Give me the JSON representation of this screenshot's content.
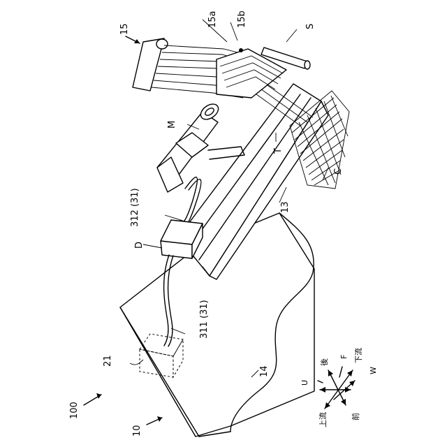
{
  "labels": {
    "machine": "100",
    "base": "10",
    "frame": "14",
    "rail": "13",
    "controller": "21",
    "cable_lower": "311 (31)",
    "cable_upper": "312 (31)",
    "driver": "D",
    "motor": "M",
    "feeder": "15",
    "feeder_a": "15a",
    "feeder_b": "15b",
    "shaft": "S",
    "thread": "T",
    "cloth": "C"
  },
  "compass": {
    "up": "U",
    "back": "後",
    "front": "前",
    "forward": "F",
    "downstream": "下流",
    "upstream": "上流",
    "width": "W"
  }
}
